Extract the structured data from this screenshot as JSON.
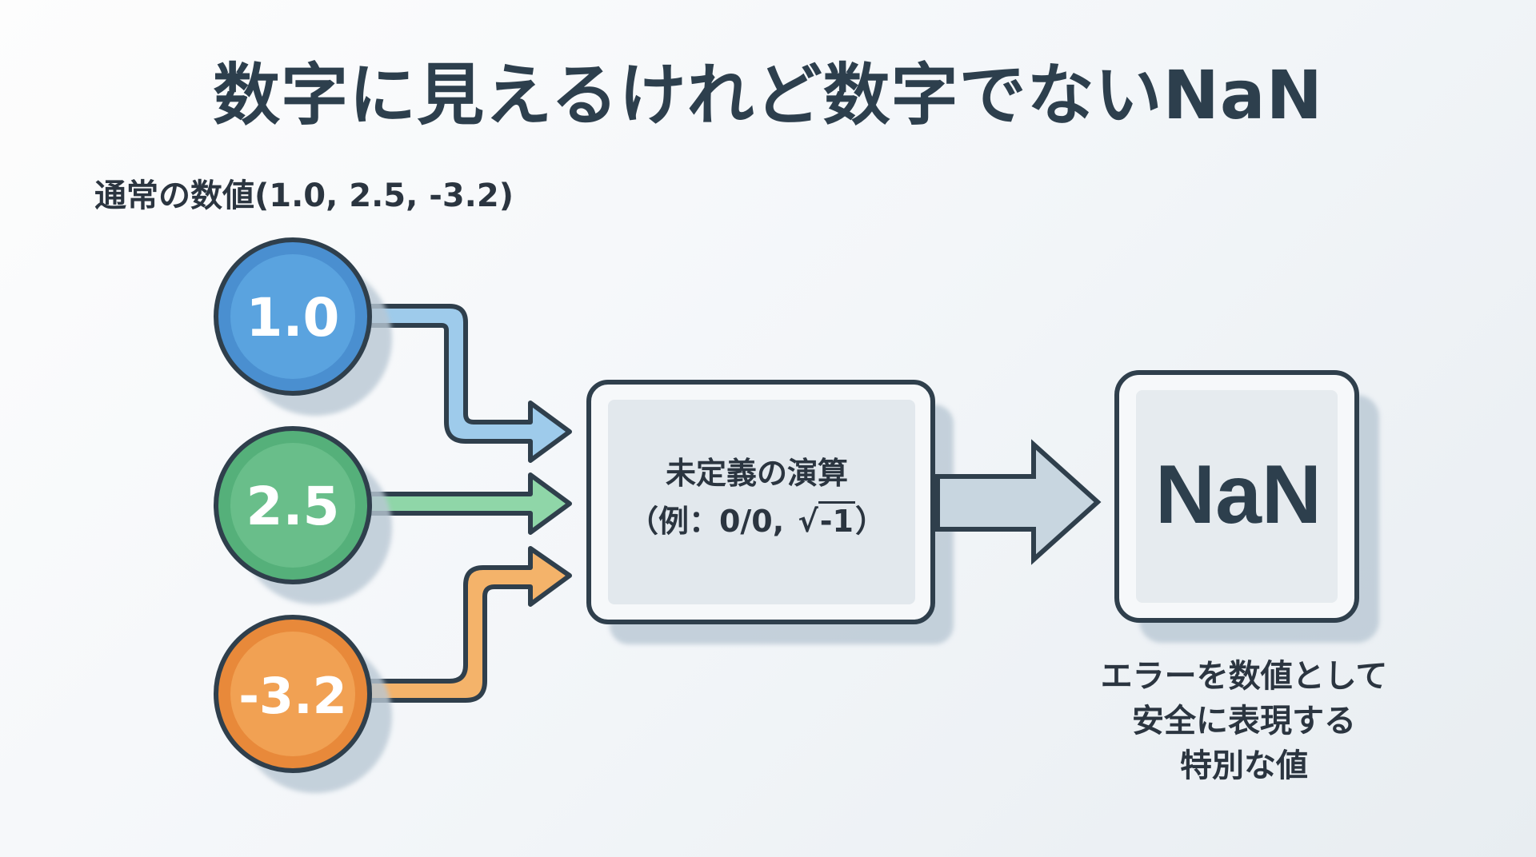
{
  "title": "数字に見えるけれど数字でないNaN",
  "inputs": {
    "heading": "通常の数値(1.0, 2.5, -3.2)",
    "nodes": [
      {
        "label": "1.0",
        "color": "#5b9fdc",
        "arrow_color": "#9ecbeb"
      },
      {
        "label": "2.5",
        "color": "#6cc08c",
        "arrow_color": "#8fd6a8"
      },
      {
        "label": "-3.2",
        "color": "#f0a050",
        "arrow_color": "#f4b36a"
      }
    ]
  },
  "operation": {
    "line1": "未定義の演算",
    "line2_prefix": "（例：0/0, ",
    "sqrt_symbol": "√",
    "radicand": "-1",
    "line2_suffix": "）"
  },
  "result": {
    "label": "NaN",
    "description": [
      "エラーを数値として",
      "安全に表現する",
      "特別な値"
    ]
  },
  "colors": {
    "outline": "#2f3f4c",
    "box_fill": "#e4e9ee",
    "big_arrow": "#c8d6e0"
  }
}
